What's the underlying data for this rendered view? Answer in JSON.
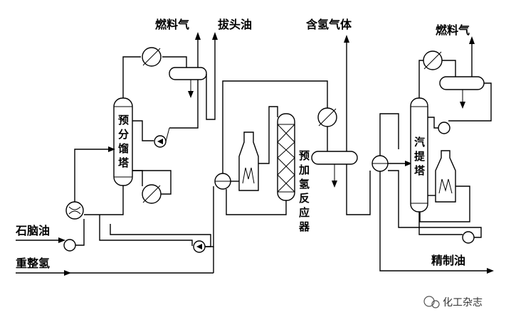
{
  "labels": {
    "fuel_gas_left": "燃料气",
    "topped_oil": "拔头油",
    "hydrogen_gas": "含氢气体",
    "fuel_gas_right": "燃料气",
    "naphtha": "石脑油",
    "reforming_hydrogen": "重整氢",
    "refined_oil": "精制油"
  },
  "equipment": {
    "pre_fractionator": [
      "预",
      "分",
      "馏",
      "塔"
    ],
    "pre_hydro_reactor": [
      "预",
      "加",
      "氢",
      "反",
      "应",
      "器"
    ],
    "stripper": [
      "汽",
      "提",
      "塔"
    ]
  },
  "watermark": "化工杂志"
}
